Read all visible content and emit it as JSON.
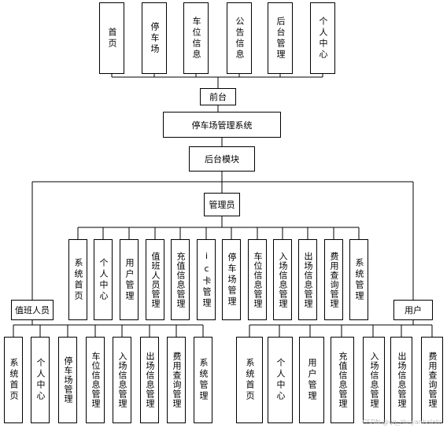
{
  "diagram": {
    "top_modules": [
      "首页",
      "停车场",
      "车位信息",
      "公告信息",
      "后台管理",
      "个人中心"
    ],
    "frontend": "前台",
    "system": "停车场管理系统",
    "backend": "后台模块",
    "admin": {
      "label": "管理员",
      "modules": [
        "系统首页",
        "个人中心",
        "用户管理",
        "值班人员管理",
        "充值信息管理",
        "ic卡管理",
        "停车场管理",
        "车位信息管理",
        "入场信息管理",
        "出场信息管理",
        "费用查询管理",
        "系统管理"
      ]
    },
    "duty": {
      "label": "值班人员",
      "modules": [
        "系统首页",
        "个人中心",
        "停车场管理",
        "车位信息管理",
        "入场信息管理",
        "出场信息管理",
        "费用查询管理",
        "系统管理"
      ]
    },
    "user": {
      "label": "用户",
      "modules": [
        "系统首页",
        "个人中心",
        "用户管理",
        "充值信息管理",
        "入场信息管理",
        "出场信息管理",
        "费用查询管理"
      ]
    }
  },
  "watermark": "CSDN @qq_zhuyanbalato"
}
